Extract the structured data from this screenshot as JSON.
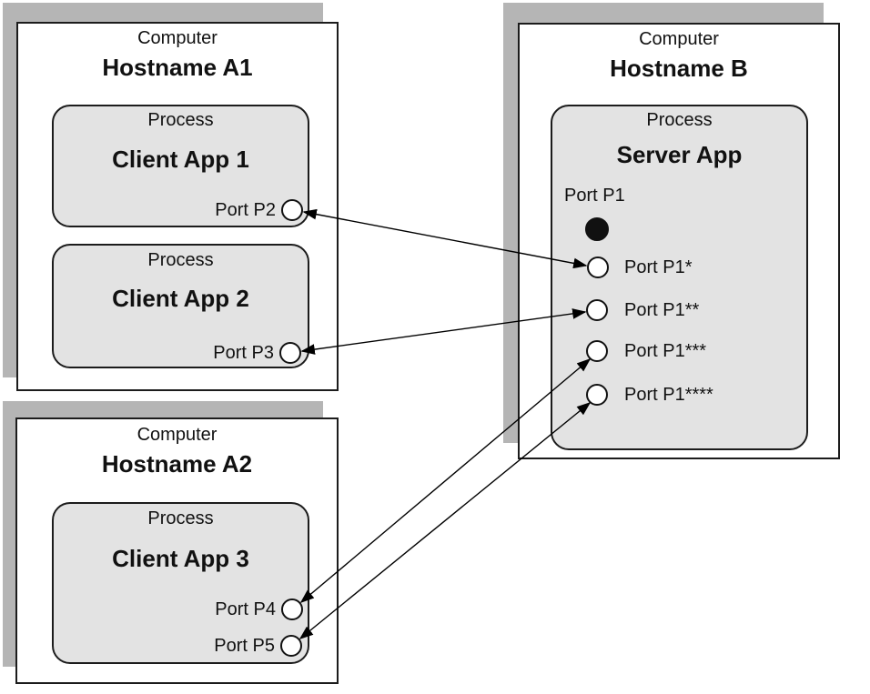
{
  "colors": {
    "shadow": "#b5b5b5",
    "process_fill": "#e3e3e3",
    "box_border": "#1c1c1c",
    "line": "#000000",
    "background": "#ffffff"
  },
  "computer_a1": {
    "kind": "Computer",
    "hostname": "Hostname A1"
  },
  "client_app_1": {
    "kind": "Process",
    "name": "Client App 1",
    "port": "Port P2"
  },
  "client_app_2": {
    "kind": "Process",
    "name": "Client App 2",
    "port": "Port P3"
  },
  "computer_a2": {
    "kind": "Computer",
    "hostname": "Hostname A2"
  },
  "client_app_3": {
    "kind": "Process",
    "name": "Client App 3",
    "port_p4": "Port P4",
    "port_p5": "Port P5"
  },
  "computer_b": {
    "kind": "Computer",
    "hostname": "Hostname B"
  },
  "server_app": {
    "kind": "Process",
    "name": "Server App",
    "listen_port": "Port P1",
    "socket_ports": [
      "Port P1*",
      "Port P1**",
      "Port P1***",
      "Port P1****"
    ]
  },
  "connections": [
    {
      "from": "Port P2",
      "to": "Port P1*",
      "style": "double-arrow"
    },
    {
      "from": "Port P3",
      "to": "Port P1**",
      "style": "double-arrow"
    },
    {
      "from": "Port P4",
      "to": "Port P1***",
      "style": "double-arrow"
    },
    {
      "from": "Port P5",
      "to": "Port P1****",
      "style": "double-arrow"
    }
  ]
}
